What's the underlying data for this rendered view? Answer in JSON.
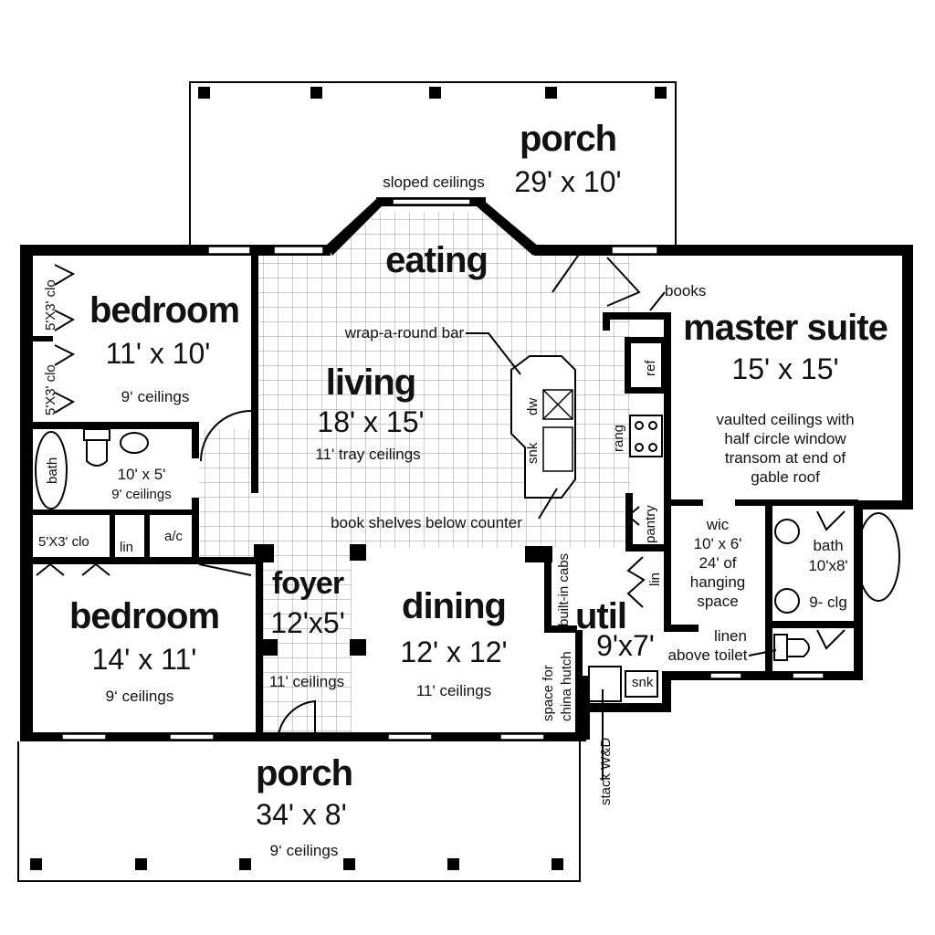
{
  "rooms": {
    "back_porch": {
      "name": "porch",
      "size": "29' x 10'"
    },
    "sloped": "sloped ceilings",
    "eating": {
      "name": "eating"
    },
    "bedroom1": {
      "name": "bedroom",
      "size": "11' x 10'",
      "ceiling": "9‘ ceilings"
    },
    "closet1": "5'X3' clo",
    "closet2": "5'X3' clo",
    "closet3": "5'X3' clo",
    "bath1": {
      "label": "bath",
      "size": "10' x 5'",
      "ceiling": "9' ceilings"
    },
    "lin1": "lin",
    "ac": "a/c",
    "living": {
      "name": "living",
      "size": "18' x 15'",
      "ceiling": "11' tray ceilings"
    },
    "wrap_bar": "wrap-a-round bar",
    "dw": "dw",
    "snk": "snk",
    "book_shelves": "book shelves below counter",
    "ref": "ref",
    "rang": "rang",
    "pantry": "pantry",
    "books": "books",
    "master": {
      "name": "master suite",
      "size": "15' x 15'",
      "note": [
        "vaulted ceilings with",
        "half circle window",
        "transom at end of",
        "gable roof"
      ]
    },
    "wic": {
      "name": "wic",
      "size": "10' x 6'",
      "note": [
        "24' of",
        "hanging",
        "space"
      ]
    },
    "bath2": {
      "name": "bath",
      "size": "10'x8'",
      "ceiling": "9- clg"
    },
    "linen": [
      "linen",
      "above toilet"
    ],
    "util": {
      "name": "util",
      "size": "9'x7'"
    },
    "lin2": "lin",
    "built_in": "built-in cabs",
    "util_snk": "snk",
    "china": [
      "space for",
      "china hutch"
    ],
    "stack": "stack W&D",
    "bedroom2": {
      "name": "bedroom",
      "size": "14' x 11'",
      "ceiling": "9‘ ceilings"
    },
    "foyer": {
      "name": "foyer",
      "size": "12'x5'",
      "ceiling": "11' ceilings"
    },
    "dining": {
      "name": "dining",
      "size": "12' x 12'",
      "ceiling": "11' ceilings"
    },
    "front_porch": {
      "name": "porch",
      "size": "34' x 8'",
      "ceiling": "9‘ ceilings"
    }
  }
}
